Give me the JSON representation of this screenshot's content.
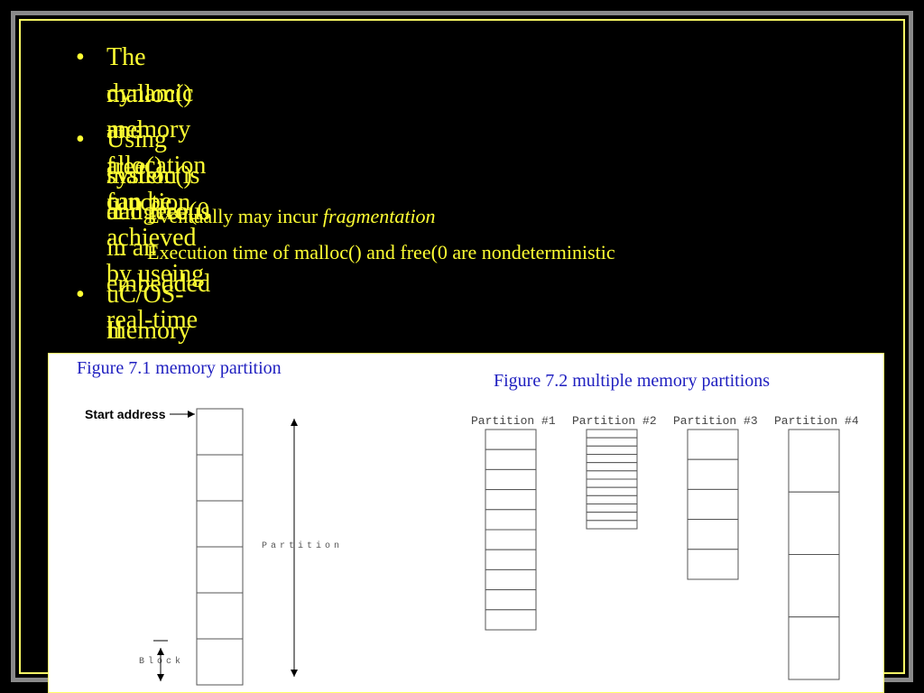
{
  "slide": {
    "colors": {
      "background": "#000000",
      "text": "#ffff33",
      "caption": "#2020c0"
    },
    "bullets": [
      {
        "level": 1,
        "lines": [
          "The dynamic memory allocation can be achieved by useing",
          "malloc() and free() function"
        ]
      },
      {
        "level": 1,
        "lines": [
          "Using malloc() and free(0 in an embedded real-time",
          "system is dangerous"
        ]
      },
      {
        "level": 2,
        "text_prefix": "Eventually may incur ",
        "text_em": "fragmentation"
      },
      {
        "level": 2,
        "text": "Execution time of malloc() and free(0 are nondeterministic"
      },
      {
        "level": 1,
        "lines": [
          "uC/OS-II provides fixed-sized memory blocks for dynamic",
          "memory allocation"
        ]
      }
    ],
    "bullet_symbol": "•",
    "dash_symbol": "–"
  },
  "figure1": {
    "caption": "Figure 7.1 memory partition",
    "start_label": "Start address",
    "partition_label": "Partition",
    "block_label": "Block",
    "block_count": 6
  },
  "figure2": {
    "caption": "Figure 7.2 multiple memory partitions",
    "partitions": [
      {
        "label": "Partition #1",
        "blocks": 10
      },
      {
        "label": "Partition #2",
        "blocks": 12
      },
      {
        "label": "Partition #3",
        "blocks": 5
      },
      {
        "label": "Partition #4",
        "blocks": 4
      }
    ]
  }
}
